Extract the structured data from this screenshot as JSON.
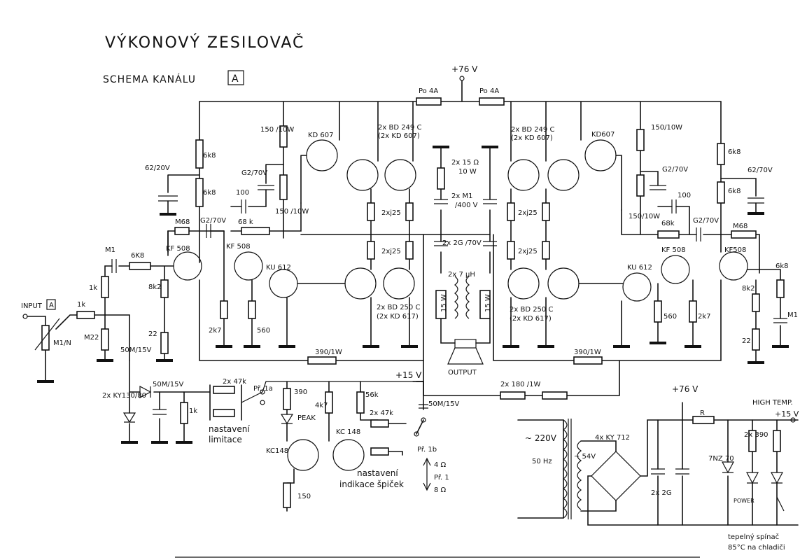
{
  "title": "VÝKONOVÝ ZESILOVAČ",
  "subtitle": "SCHEMA KANÁLU",
  "channel": "A",
  "rails": {
    "plus76_top": "+76 V",
    "plus76_psu": "+76 V",
    "plus15_mid": "+15 V",
    "plus15_psu": "+15 V"
  },
  "fuses": {
    "left": "Po 4A",
    "right": "Po 4A"
  },
  "input": {
    "label": "INPUT",
    "channel": "A",
    "r_series": "1k",
    "pot": "M1/N"
  },
  "left_channel": {
    "r_6k8_a": "6k8",
    "r_6k8_b": "6k8",
    "c_62_20": "62/20V",
    "c_62_70": "G2/70V",
    "r_150_10w_a": "150 /10W",
    "r_150_10w_b": "150 /10W",
    "c_100": "100",
    "r_68k": "68 k",
    "r_m68": "M68",
    "c_g2_70": "G2/70V",
    "c_m1": "M1",
    "r_6k8_in": "6K8",
    "r_1k": "1k",
    "r_m22": "M22",
    "r_8k2": "8k2",
    "r_22": "22",
    "r_2k7": "2k7",
    "r_560": "560",
    "q_kd607": "KD 607",
    "q_kf508_a": "KF 508",
    "q_kf508_b": "KF 508",
    "q_ku612": "KU 612",
    "q_upper": [
      "2x BD 249 C",
      "(2x KD 607)"
    ],
    "q_lower": [
      "2x BD 250 C",
      "(2x KD 617)"
    ],
    "r_2xj25_a": "2xj25",
    "r_2xj25_b": "2xj25",
    "r_feedback": "390/1W"
  },
  "right_channel": {
    "r_150_10w_a": "150/10W",
    "r_150_10w_b": "150/10W",
    "c_g2_70_a": "G2/70V",
    "c_100": "100",
    "r_68k": "68k",
    "c_g2_70_b": "G2/70V",
    "r_m68": "M68",
    "r_6k8_a": "6k8",
    "r_6k8_b": "6k8",
    "c_62_70": "62/70V",
    "r_6k8_out": "6k8",
    "c_m1": "M1",
    "r_8k2": "8k2",
    "r_22": "22",
    "r_2k7": "2k7",
    "r_560": "560",
    "q_kd607": "KD607",
    "q_kf508_a": "KF 508",
    "q_kf508_b": "KF508",
    "q_ku612": "KU 612",
    "q_upper": [
      "2x BD 249 C",
      "(2x KD 607)"
    ],
    "q_lower": [
      "2x BD 250 C",
      "(2x KD 617)"
    ],
    "r_2xj25_a": "2xj25",
    "r_2xj25_b": "2xj25",
    "r_feedback": "390/1W"
  },
  "center": {
    "r_2x15": "2x 15 Ω",
    "r_2x15_w": "10 W",
    "c_2xm1": "2x M1",
    "c_2xm1_v": "/400 V",
    "c_2g": "2x 2G /70V",
    "l_2x7uh": "2x 7 μH",
    "r_15w_a": "15 W",
    "r_15w_b": "15 W",
    "output": "OUTPUT",
    "r_2x180": "2x 180 /1W"
  },
  "limiter": {
    "c_50m": "50M/15V",
    "d_ky": "2x KY130/80",
    "c_50m_b": "50M/15V",
    "r_1k": "1k",
    "pot": "2x 47k",
    "switch": "Př. 1a",
    "label1": "nastavení",
    "label2": "limitace"
  },
  "peak": {
    "r_390": "390",
    "led": "PEAK",
    "r_4k7": "4k7",
    "r_56k": "56k",
    "q_kc148_a": "KC148",
    "q_kc148_b": "KC 148",
    "r_150": "150",
    "pot": "2x 47k",
    "c_50m": "50M/15V",
    "switch": "Př. 1b",
    "sw_4": "4 Ω",
    "sw_pr": "Př. 1",
    "sw_8": "8 Ω",
    "label1": "nastavení",
    "label2": "indikace špiček"
  },
  "psu": {
    "mains": "~ 220V",
    "freq": "50 Hz",
    "sec": "~ 54V",
    "bridge": "4x KY 712",
    "c_2g": "2x 2G",
    "r": "R",
    "zener": "7NZ 70",
    "r_390": "2x 390",
    "power": "POWER",
    "high_temp": "HIGH TEMP.",
    "thermal1": "tepelný spínač",
    "thermal2": "85°C na chladiči"
  }
}
